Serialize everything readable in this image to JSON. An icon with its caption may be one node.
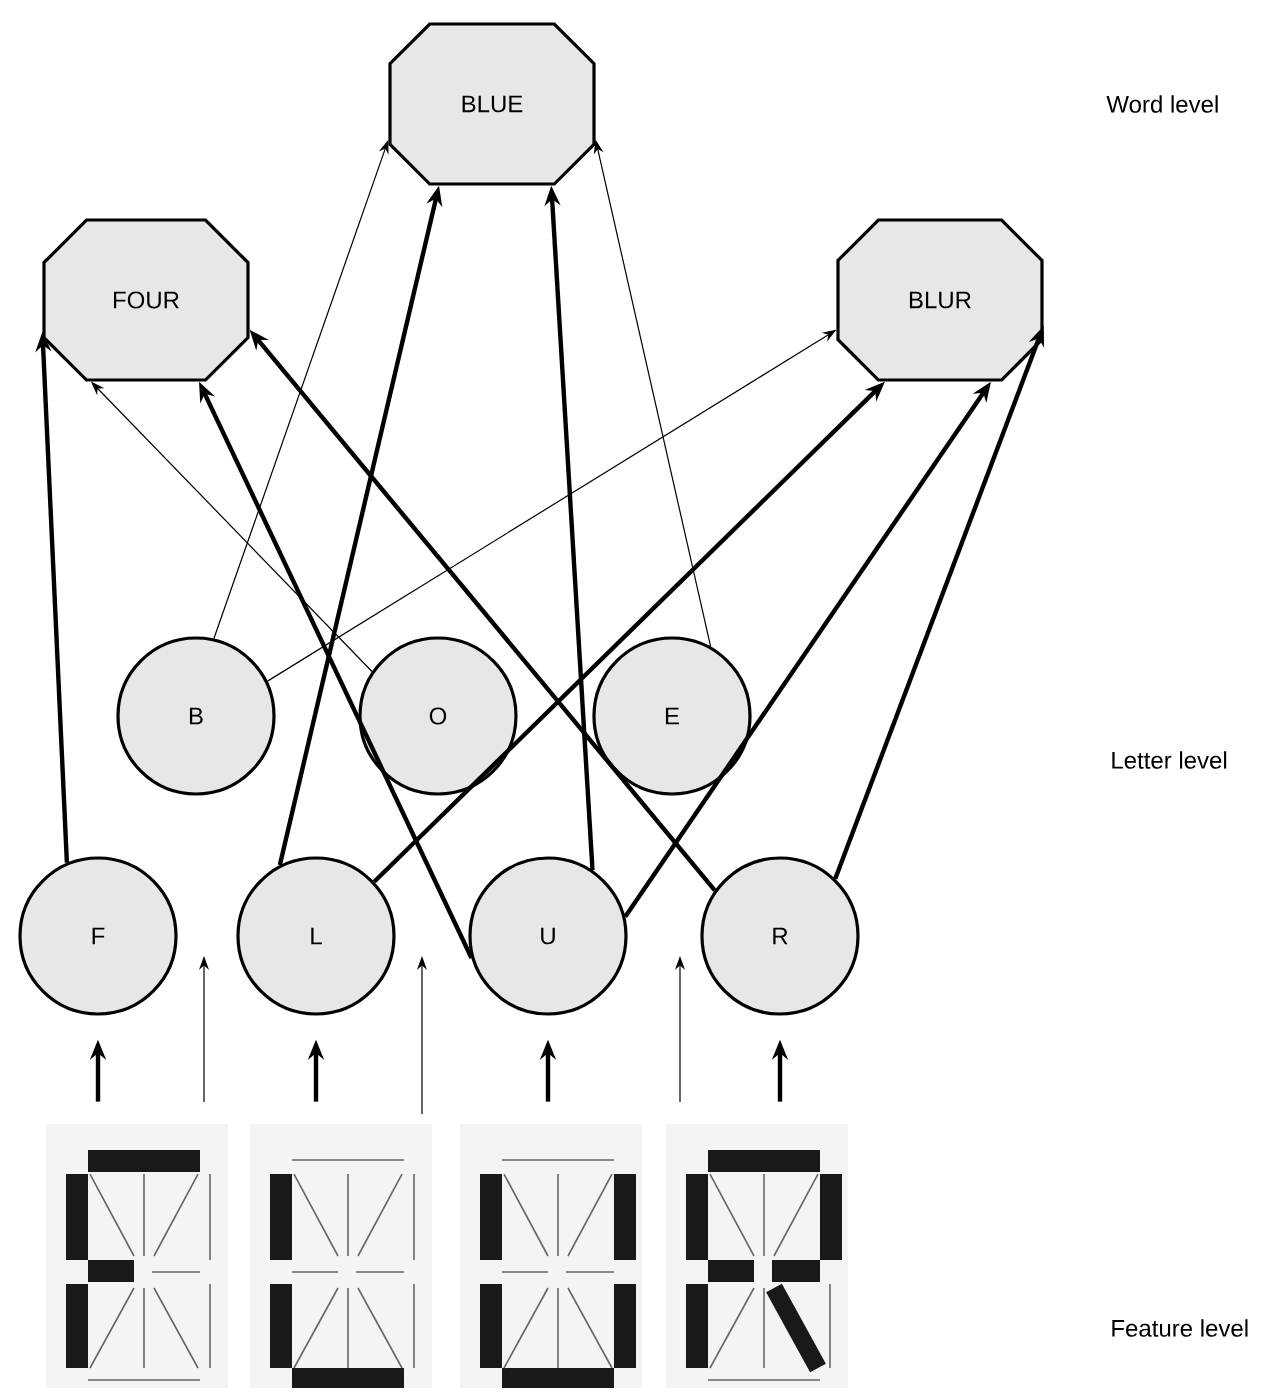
{
  "diagram": {
    "nodes": [
      {
        "text": [
          "BLUE"
        ]
      },
      {
        "text": [
          "FOUR"
        ]
      },
      {
        "text": [
          "BLUR"
        ]
      },
      {
        "text": [
          "B"
        ]
      },
      {
        "text": [
          "O"
        ]
      },
      {
        "text": [
          "E"
        ]
      },
      {
        "text": [
          "F"
        ]
      },
      {
        "text": [
          "L"
        ]
      },
      {
        "text": [
          "U"
        ]
      },
      {
        "text": [
          "R"
        ]
      },
      {
        "text": [],
        "shape": "picture"
      },
      {
        "text": [],
        "shape": "picture"
      },
      {
        "text": [],
        "shape": "picture"
      },
      {
        "text": [],
        "shape": "picture"
      }
    ],
    "edges": [
      {
        "from": 6,
        "to": 1,
        "arrow": "to"
      },
      {
        "from": 4,
        "to": 1,
        "arrow": "to"
      },
      {
        "from": 8,
        "to": 1,
        "arrow": "to"
      },
      {
        "from": 9,
        "to": 1,
        "arrow": "to"
      },
      {
        "from": 3,
        "to": 0,
        "arrow": "to"
      },
      {
        "from": 7,
        "to": 0,
        "arrow": "to"
      },
      {
        "from": 8,
        "to": 0,
        "arrow": "to"
      },
      {
        "from": 5,
        "to": 0,
        "arrow": "to"
      },
      {
        "from": 3,
        "to": 2,
        "arrow": "to"
      },
      {
        "from": 7,
        "to": 2,
        "arrow": "to"
      },
      {
        "from": 8,
        "to": 2,
        "arrow": "to"
      },
      {
        "from": 9,
        "to": 2,
        "arrow": "to"
      },
      {
        "from": 10,
        "to": 6,
        "arrow": "to"
      },
      {
        "from": 11,
        "to": 7,
        "arrow": "to"
      },
      {
        "from": 12,
        "to": 8,
        "arrow": "to"
      },
      {
        "from": 13,
        "to": 9,
        "arrow": "to"
      }
    ],
    "labels": [
      "Word level",
      "Letter level",
      "Feature level"
    ]
  }
}
